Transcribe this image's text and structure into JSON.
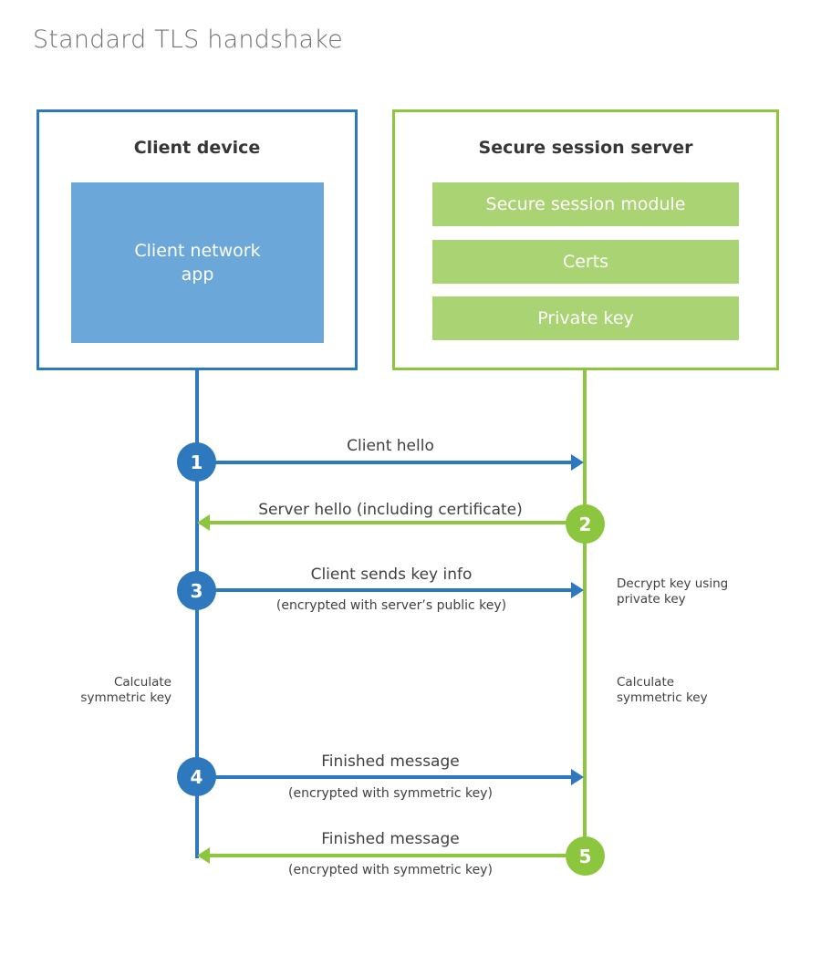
{
  "page": {
    "title": "Standard TLS handshake",
    "background": "#ffffff"
  },
  "colors": {
    "client_blue": "#2E78BD",
    "client_app_fill": "#6BA7D9",
    "server_green": "#8CC63E",
    "server_bar_fill": "#AAD373",
    "text_dark": "#363636",
    "text_body": "#404040",
    "title_gray": "#6f6f6f"
  },
  "client": {
    "title": "Client device",
    "app_label": "Client network\napp",
    "app_label_line1": "Client network",
    "app_label_line2": "app"
  },
  "server": {
    "title": "Secure session server",
    "bars": [
      {
        "label": "Secure session module"
      },
      {
        "label": "Certs"
      },
      {
        "label": "Private key"
      }
    ]
  },
  "steps": [
    {
      "number": "1",
      "direction": "client-to-server",
      "color": "#2E78BD",
      "label": "Client hello",
      "sublabel": ""
    },
    {
      "number": "2",
      "direction": "server-to-client",
      "color": "#8CC63E",
      "label": "Server hello (including certificate)",
      "sublabel": ""
    },
    {
      "number": "3",
      "direction": "client-to-server",
      "color": "#2E78BD",
      "label": "Client sends key info",
      "sublabel": "(encrypted with server’s public key)"
    },
    {
      "number": "4",
      "direction": "client-to-server",
      "color": "#2E78BD",
      "label": "Finished message",
      "sublabel": "(encrypted with symmetric key)"
    },
    {
      "number": "5",
      "direction": "server-to-client",
      "color": "#8CC63E",
      "label": "Finished message",
      "sublabel": "(encrypted with symmetric key)"
    }
  ],
  "notes": {
    "decrypt_key": "Decrypt key using\nprivate key",
    "decrypt_key_line1": "Decrypt key using",
    "decrypt_key_line2": "private key",
    "client_calc_line1": "Calculate",
    "client_calc_line2": "symmetric key",
    "server_calc_line1": "Calculate",
    "server_calc_line2": "symmetric key"
  }
}
